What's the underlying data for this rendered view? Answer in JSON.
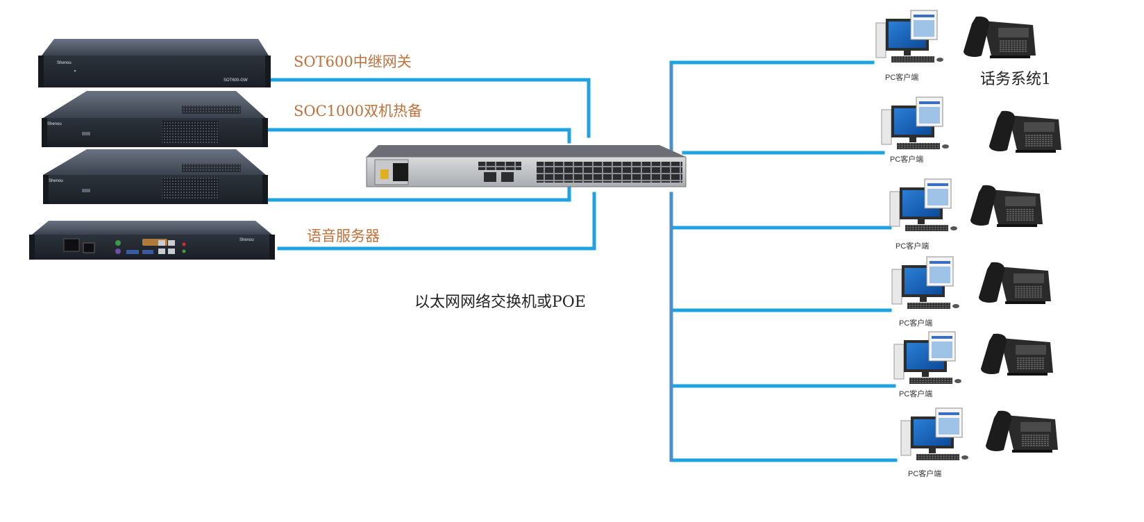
{
  "servers": {
    "gateway": {
      "label": "SOT600中继网关",
      "brand": "Shenou",
      "model": "SOT600-GW"
    },
    "soc_primary": {
      "label": "SOC1000双机热备",
      "brand": "Shenou"
    },
    "soc_backup": {
      "brand": "Shenou"
    },
    "voice": {
      "label": "语音服务器",
      "brand": "Shenou"
    }
  },
  "switch": {
    "label": "以太网网络交换机或POE"
  },
  "clients": [
    {
      "pc_label": "PC客户端",
      "group_label": "话务系统1"
    },
    {
      "pc_label": "PC客户端"
    },
    {
      "pc_label": "PC客户端"
    },
    {
      "pc_label": "PC客户端"
    },
    {
      "pc_label": "PC客户端"
    },
    {
      "pc_label": "PC客户端"
    }
  ],
  "colors": {
    "cable": "#1fa3e0",
    "trunk": "#4d8fcc",
    "label_orange": "#c0703a"
  }
}
